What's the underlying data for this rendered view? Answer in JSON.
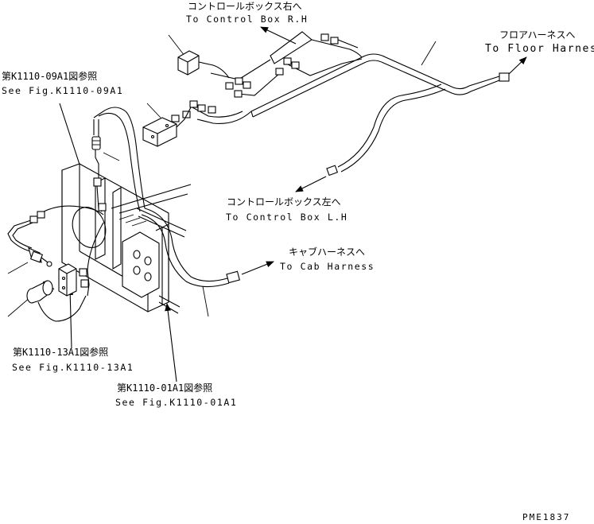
{
  "labels": {
    "control_box_rh_jp": "コントロールボックス右へ",
    "control_box_rh_en": "To Control Box R.H",
    "floor_harness_jp": "フロアハーネスへ",
    "floor_harness_en": "To Floor Harness",
    "fig_0901_jp": "第K1110-09A1図参照",
    "fig_0901_en": "See Fig.K1110-09A1",
    "control_box_lh_jp": "コントロールボックス左へ",
    "control_box_lh_en": "To Control Box L.H",
    "cab_harness_jp": "キャブハーネスへ",
    "cab_harness_en": "To Cab Harness",
    "fig_1301_jp": "第K1110-13A1図参照",
    "fig_1301_en": "See Fig.K1110-13A1",
    "fig_0101_jp": "第K1110-01A1図参照",
    "fig_0101_en": "See Fig.K1110-01A1",
    "drawing_code": "PME1837"
  }
}
